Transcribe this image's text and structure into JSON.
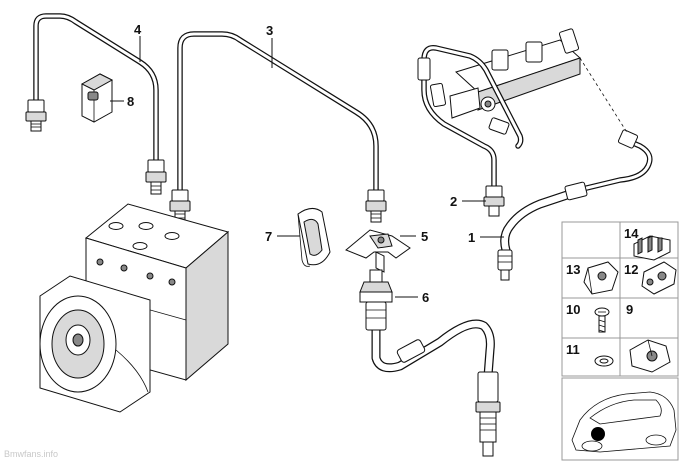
{
  "callouts": [
    {
      "id": "1",
      "label": "1"
    },
    {
      "id": "2",
      "label": "2"
    },
    {
      "id": "3",
      "label": "3"
    },
    {
      "id": "4",
      "label": "4"
    },
    {
      "id": "5",
      "label": "5"
    },
    {
      "id": "6",
      "label": "6"
    },
    {
      "id": "7",
      "label": "7"
    },
    {
      "id": "8",
      "label": "8"
    },
    {
      "id": "9",
      "label": "9"
    },
    {
      "id": "10",
      "label": "10"
    },
    {
      "id": "11",
      "label": "11"
    },
    {
      "id": "12",
      "label": "12"
    },
    {
      "id": "13",
      "label": "13"
    },
    {
      "id": "14",
      "label": "14"
    }
  ],
  "watermark": "Bmwfans.info",
  "colors": {
    "line": "#111111",
    "panel_border": "#999999",
    "background": "#ffffff"
  }
}
